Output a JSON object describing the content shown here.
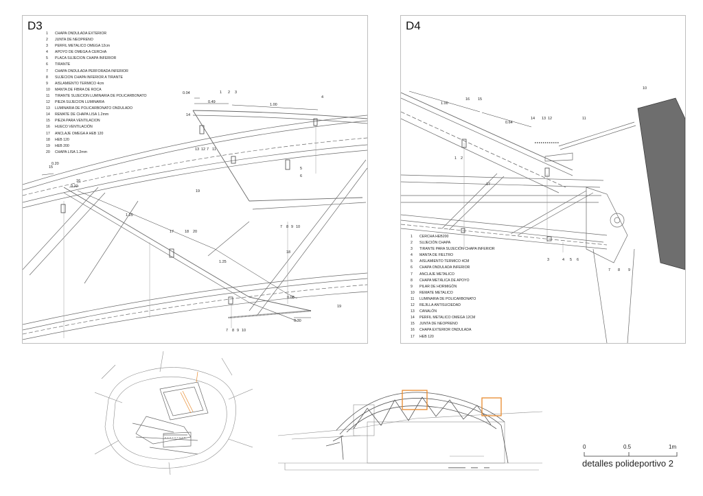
{
  "sheet_title": "detalles polideportivo 2",
  "scale_bar": {
    "labels": [
      "0",
      "0.5",
      "1m"
    ]
  },
  "detail_d3": {
    "title": "D3",
    "legend": [
      {
        "n": "1",
        "t": "CHAPA ONDULADA EXTERIOR"
      },
      {
        "n": "2",
        "t": "JUNTA DE NEOPRENO"
      },
      {
        "n": "3",
        "t": "PERFIL METALICO OMEGA 12cm"
      },
      {
        "n": "4",
        "t": "APOYO DE OMEGA A CERCHA"
      },
      {
        "n": "5",
        "t": "PLACA SUJECION CHAPA INFERIOR"
      },
      {
        "n": "6",
        "t": "TIRANTE"
      },
      {
        "n": "7",
        "t": "CHAPA ONDULADA PERFORADA INFERIOR"
      },
      {
        "n": "8",
        "t": "SUJECION CHAPA INFERIOR A TIRANTE"
      },
      {
        "n": "9",
        "t": "AISLAMIENTO TERMICO 4cm"
      },
      {
        "n": "10",
        "t": "MANTA DE FIBRA DE ROCA"
      },
      {
        "n": "11",
        "t": "TIRANTE SUJECION LUMINARIA DE POLICARBONATO"
      },
      {
        "n": "12",
        "t": "PIEZA SUJECION LUMINARIA"
      },
      {
        "n": "13",
        "t": "LUMINARIA DE POLICARBONATO ONDULADO"
      },
      {
        "n": "14",
        "t": "REMATE DE CHAPA LISA 1.2mm"
      },
      {
        "n": "15",
        "t": "PIEZA PARA VENTILACION"
      },
      {
        "n": "16",
        "t": "HUECO VENTILACIÓN"
      },
      {
        "n": "17",
        "t": "ANCLAJE OMEGA  A  HEB 120"
      },
      {
        "n": "18",
        "t": "HEB 120"
      },
      {
        "n": "19",
        "t": "HEB 200"
      },
      {
        "n": "20",
        "t": "CHAPA LISA 1.2mm"
      }
    ],
    "dimensions": [
      "0.04",
      "0.49",
      "1.00",
      "0.20",
      "0.22",
      "1.25",
      "1.25",
      "0.08",
      "0.30"
    ],
    "callouts": [
      "1",
      "2",
      "3",
      "4",
      "14",
      "13",
      "12",
      "7",
      "11",
      "5",
      "6",
      "15",
      "16",
      "19",
      "17",
      "18",
      "20",
      "7",
      "8",
      "9",
      "10",
      "18",
      "19",
      "7",
      "8",
      "9",
      "10"
    ]
  },
  "detail_d4": {
    "title": "D4",
    "legend": [
      {
        "n": "1",
        "t": "CERCHA HEB200"
      },
      {
        "n": "2",
        "t": "SUJECIÓN CHAPA"
      },
      {
        "n": "3",
        "t": "TIRANTE PARA SUJECIÓN CHAPA INFERIOR"
      },
      {
        "n": "4",
        "t": "MANTA DE FIELTRO"
      },
      {
        "n": "5",
        "t": "AISLAMIENTO TERMICO 4CM"
      },
      {
        "n": "6",
        "t": "CHAPA ONDULADA INFERIOR"
      },
      {
        "n": "7",
        "t": "ANCLAJE METALICO"
      },
      {
        "n": "8",
        "t": "CHAPA METÁLICA DE APOYO"
      },
      {
        "n": "9",
        "t": "PILAR DE HORMIGÓN"
      },
      {
        "n": "10",
        "t": "REMATE METALICO"
      },
      {
        "n": "11",
        "t": "LUMINARIA DE POLICARBONATO"
      },
      {
        "n": "12",
        "t": "REJILLA ANTISUCIEDAD"
      },
      {
        "n": "13",
        "t": "CANALÓN"
      },
      {
        "n": "14",
        "t": "PERFIL METALICO OMEGA 12CM"
      },
      {
        "n": "15",
        "t": "JUNTA DE NEOPRENO"
      },
      {
        "n": "16",
        "t": "CHAPA EXTERIOR ONDULADA"
      },
      {
        "n": "17",
        "t": "HEB 120"
      }
    ],
    "dimensions": [
      "1.00",
      "0.64"
    ],
    "callouts": [
      "10",
      "16",
      "15",
      "14",
      "13",
      "12",
      "11",
      "1",
      "2",
      "17",
      "3",
      "4",
      "5",
      "6",
      "7",
      "8",
      "9"
    ]
  },
  "colors": {
    "line": "#555555",
    "light_line": "#9a9a9a",
    "highlight": "#e8892b",
    "panel_border": "#bdbdbd"
  }
}
